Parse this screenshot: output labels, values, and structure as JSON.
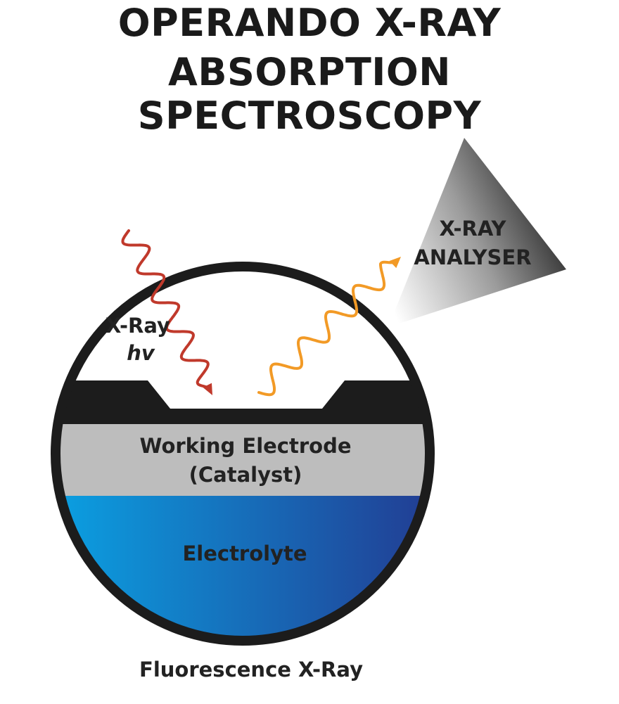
{
  "title": {
    "line1": "OPERANDO X-RAY",
    "line2": "ABSORPTION SPECTROSCOPY"
  },
  "incident_beam": {
    "label_line1": "X-Ray",
    "label_line2": "hv",
    "color": "#c0392b"
  },
  "fluorescence_beam": {
    "color": "#f29a26"
  },
  "analyser": {
    "label_line1": "X-RAY",
    "label_line2": "ANALYSER"
  },
  "layers": {
    "working_electrode": {
      "label_line1": "Working Electrode",
      "label_line2": "(Catalyst)",
      "color": "#bdbdbd"
    },
    "electrolyte": {
      "label": "Electrolyte",
      "color_start": "#0aa3e4",
      "color_end": "#23388f"
    }
  },
  "caption": "Fluorescence X-Ray"
}
